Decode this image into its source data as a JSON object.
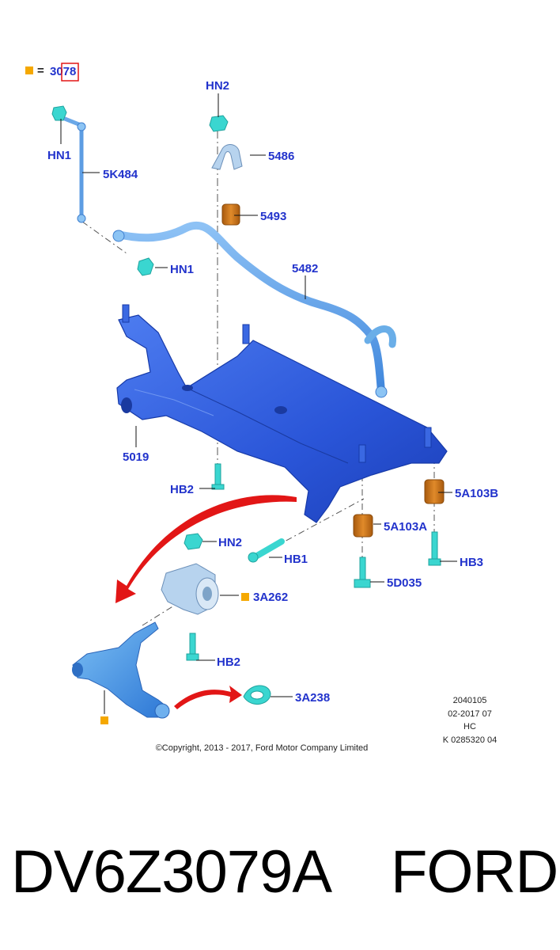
{
  "legend": {
    "symbol_label": "=",
    "part_ref": "3078",
    "marker_color": "#f5a800"
  },
  "labels": {
    "hn1_top": "HN1",
    "p5k484": "5K484",
    "hn2_top": "HN2",
    "p5486": "5486",
    "p5493": "5493",
    "hn1_mid": "HN1",
    "p5482": "5482",
    "p5019": "5019",
    "hb2_mid": "HB2",
    "p5a103b": "5A103B",
    "p5a103a": "5A103A",
    "hn2_low": "HN2",
    "hb1": "HB1",
    "hb3": "HB3",
    "p3a262": "3A262",
    "p5d035": "5D035",
    "hb2_low": "HB2",
    "p3a238": "3A238"
  },
  "meta": {
    "line1": "2040105",
    "line2": "02-2017 07",
    "line3": "HC",
    "line4": "K 0285320 04"
  },
  "copyright": "©Copyright, 2013 - 2017, Ford Motor Company Limited",
  "caption": {
    "part_number": "DV6Z3079A",
    "brand": "FORD"
  },
  "colors": {
    "label_blue": "#2233cc",
    "frame_blue": "#2f5fe0",
    "fastener_cyan": "#3ad6d0",
    "bushing_brown": "#c8741a",
    "arrow_red": "#e21616",
    "arm_light": "#5aa8ee"
  }
}
